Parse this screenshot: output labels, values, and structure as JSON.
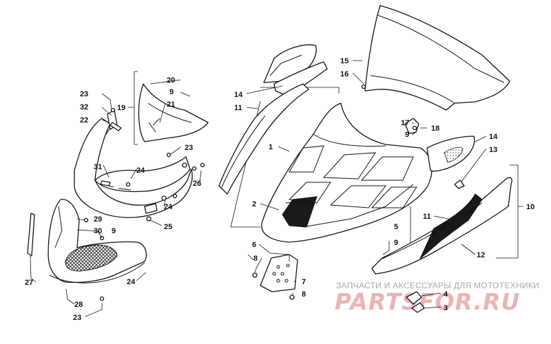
{
  "watermark": {
    "tagline": "ЗАПЧАСТИ И АКСЕССУАРЫ ДЛЯ МОТОТЕХНИКИ",
    "logo_text": "PARTSFOR.RU"
  },
  "callouts": {
    "c1": "1",
    "c2": "2",
    "c3": "3",
    "c4": "4",
    "c5": "5",
    "c6": "6",
    "c7": "7",
    "c8a": "8",
    "c8b": "8",
    "c9a": "9",
    "c9b": "9",
    "c9c": "9",
    "c9d": "9",
    "c10": "10",
    "c11a": "11",
    "c11b": "11",
    "c12": "12",
    "c13": "13",
    "c14a": "14",
    "c14b": "14",
    "c15": "15",
    "c16": "16",
    "c17": "17",
    "c18": "18",
    "c19": "19",
    "c20": "20",
    "c21": "21",
    "c22": "22",
    "c23a": "23",
    "c23b": "23",
    "c23c": "23",
    "c24a": "24",
    "c24b": "24",
    "c24c": "24",
    "c25": "25",
    "c26": "26",
    "c27": "27",
    "c28": "28",
    "c29": "29",
    "c30": "30",
    "c31": "31",
    "c32": "32"
  }
}
